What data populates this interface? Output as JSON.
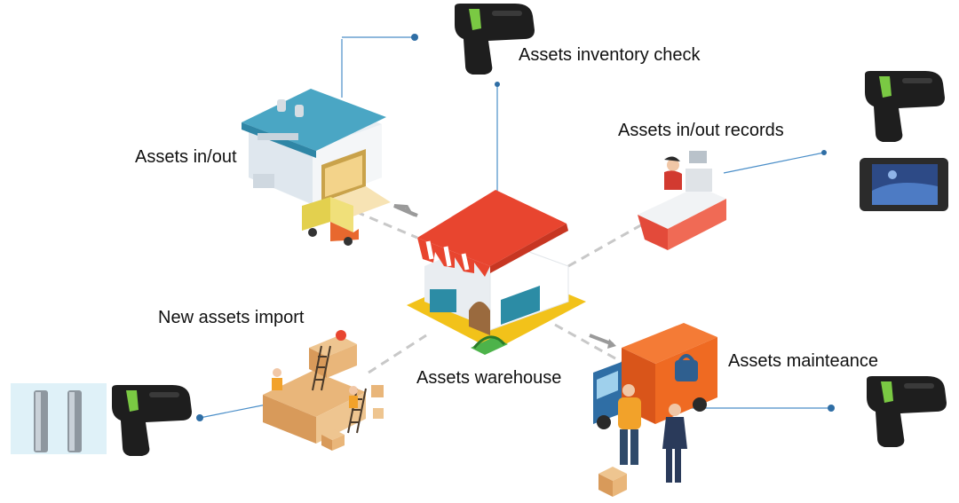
{
  "labels": {
    "inventory_check": "Assets inventory check",
    "in_out": "Assets in/out",
    "in_out_records": "Assets in/out records",
    "new_import": "New assets import",
    "warehouse": "Assets warehouse",
    "maintenance": "Assets mainteance"
  },
  "icons": {
    "scanner": "handheld-rfid-scanner-icon",
    "tablet": "rugged-tablet-icon",
    "gate": "rfid-gate-reader-icon"
  },
  "colors": {
    "connector": "#4a8ec8",
    "dash": "#c8c8c8",
    "awning_red": "#e8452f",
    "store_yellow": "#f2c21a",
    "truck_orange": "#ef6a22",
    "truck_blue": "#2f6ea5",
    "scanner_body": "#1e1e1e",
    "scanner_accent": "#7ac943"
  }
}
